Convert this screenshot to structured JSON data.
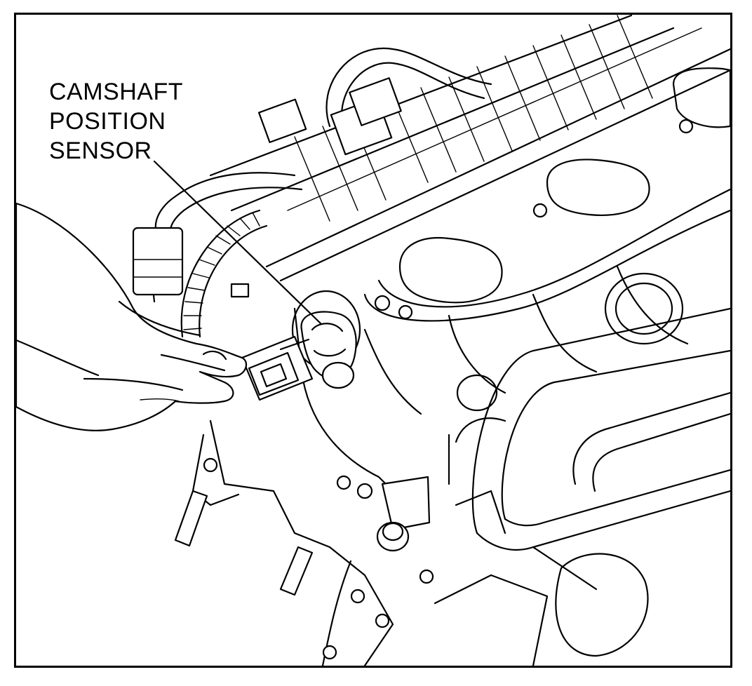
{
  "label": {
    "line1": "CAMSHAFT",
    "line2": "POSITION",
    "line3": "SENSOR"
  }
}
